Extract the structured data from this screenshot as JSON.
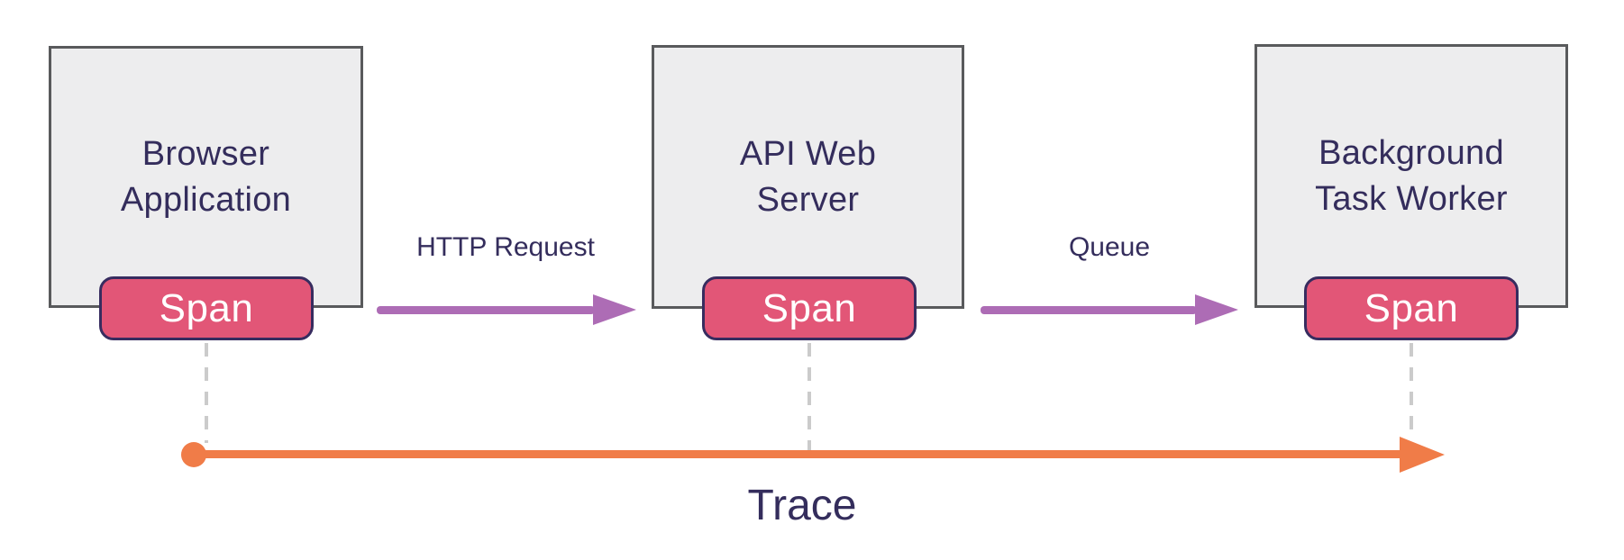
{
  "diagram": {
    "nodes": [
      {
        "id": "browser-application",
        "label": "Browser\nApplication",
        "span_label": "Span"
      },
      {
        "id": "api-web-server",
        "label": "API Web\nServer",
        "span_label": "Span"
      },
      {
        "id": "background-task-worker",
        "label": "Background\nTask Worker",
        "span_label": "Span"
      }
    ],
    "edges": [
      {
        "from": "browser-application",
        "to": "api-web-server",
        "label": "HTTP Request"
      },
      {
        "from": "api-web-server",
        "to": "background-task-worker",
        "label": "Queue"
      }
    ],
    "trace": {
      "label": "Trace"
    },
    "colors": {
      "node_fill": "#EDEDEE",
      "node_border": "#595A5C",
      "node_text": "#342D5C",
      "span_fill": "#E25677",
      "span_border": "#372C5F",
      "span_text": "#FFFFFF",
      "edge_arrow": "#AD6CB5",
      "trace_arrow": "#F07C48",
      "connector_dash": "#CBCBCB"
    }
  }
}
